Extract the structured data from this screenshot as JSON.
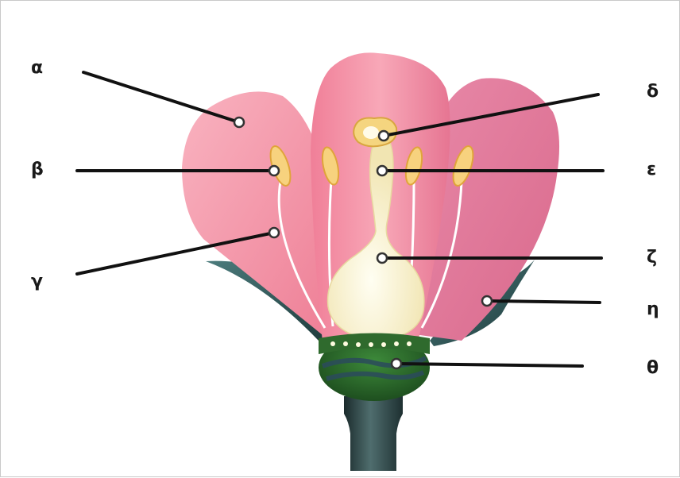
{
  "labels": {
    "alpha": "α",
    "beta": "β",
    "gamma": "γ",
    "delta": "δ",
    "epsilon": "ε",
    "zeta": "ζ",
    "eta": "η",
    "theta": "θ"
  },
  "colors": {
    "petal": "#f2879c",
    "petal_light": "#f7a9b8",
    "petal_back": "#e7799a",
    "sepal": "#2f5557",
    "receptacle": "#2e6e2e",
    "pistil": "#fbf6dc",
    "anther": "#f4c96a",
    "stalk": "#2a3f40",
    "pointer": "#111111"
  }
}
